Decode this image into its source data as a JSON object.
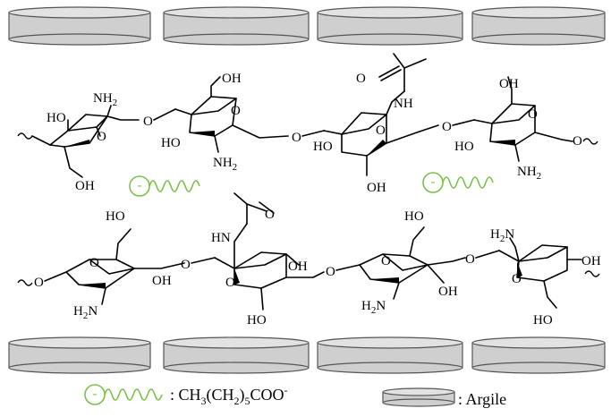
{
  "colors": {
    "clay_fill": "#cfcfcf",
    "clay_top": "#e2e2e2",
    "clay_stroke": "#555555",
    "surfactant": "#7cc04a",
    "bond": "#000000"
  },
  "clay_layers": {
    "top_count": 4,
    "bottom_count": 4
  },
  "surfactant_markers": [
    {
      "id": "upper-left",
      "sign": "-"
    },
    {
      "id": "upper-right",
      "sign": "-"
    }
  ],
  "chitosan_top": {
    "ring1": {
      "oh_left": "HO",
      "nh2": "NH",
      "nh2_sub": "2",
      "ring_o": "O",
      "ch2oh": "OH"
    },
    "link1": "O",
    "ring2": {
      "ch2oh": "OH",
      "oh": "HO",
      "nh2": "NH",
      "nh2_sub": "2",
      "ring_o": "O"
    },
    "link2": "O",
    "ring3": {
      "acetyl_o": "O",
      "nh": "NH",
      "oh": "HO",
      "ring_o": "O",
      "ch2oh": "OH"
    },
    "link3": "O",
    "ring4": {
      "ch2oh": "OH",
      "oh": "HO",
      "ring_o": "O",
      "nh2": "NH",
      "nh2_sub": "2",
      "end_o": "O"
    }
  },
  "chitosan_bottom": {
    "ring1": {
      "start_o": "O",
      "ch2oh": "HO",
      "ring_o": "O",
      "oh": "OH",
      "nh2": "H",
      "nh2_sub": "2",
      "nh2_n": "N"
    },
    "link1": "O",
    "ring2": {
      "acetyl_o": "O",
      "nh": "HN",
      "ring_o": "O",
      "oh": "OH",
      "ch2oh": "HO"
    },
    "link2": "O",
    "ring3": {
      "ch2oh": "HO",
      "ring_o": "O",
      "oh": "OH",
      "nh2": "H",
      "nh2_sub": "2",
      "nh2_n": "N"
    },
    "link3": "O",
    "ring4": {
      "nh2": "H",
      "nh2_sub": "2",
      "nh2_n": "N",
      "ring_o": "O",
      "oh": "OH",
      "ch2oh": "HO"
    }
  },
  "legend": {
    "surfactant_sign": "-",
    "surfactant_sep": ": ",
    "f_ch": "CH",
    "f_3": "3",
    "f_mid": "(CH",
    "f_2": "2",
    "f_close": ")",
    "f_5": "5",
    "f_coo": "COO",
    "f_minus": "-",
    "clay_label": ": Argile"
  }
}
